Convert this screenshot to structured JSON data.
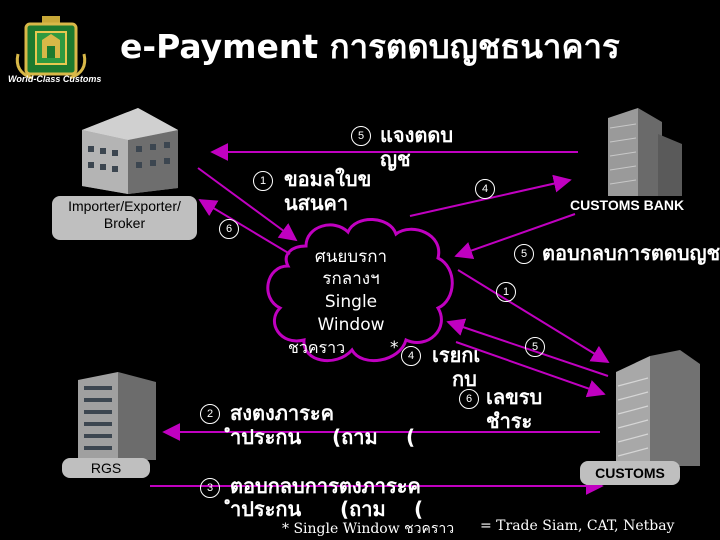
{
  "title": "e-Payment การตดบญชธนาคาร",
  "logo_text": "World-Class Customs",
  "parties": {
    "importer": "Importer/Exporter/ Broker",
    "customs_bank": "CUSTOMS BANK",
    "rgs": "RGS",
    "customs": "CUSTOMS"
  },
  "center": {
    "cloud_line1": "ศนยบรกา",
    "cloud_line2": "รกลางฯ",
    "cloud_line3": "Single",
    "cloud_line4": "Window",
    "cloud_line5": "ชวคราว",
    "cloud_star": "*"
  },
  "steps": {
    "s1_num": "1",
    "s1_label_line1": "ขอมลใบข",
    "s1_label_line2": "นสนคา",
    "s5_top_num": "5",
    "s5_top_line1": "แจงตดบ",
    "s5_top_line2": "ญช",
    "s4_top_num": "4",
    "s6_left_num": "6",
    "s5_right_num": "5",
    "s5_right_label": "ตอบกลบการตดบญช",
    "s1_right_num": "1",
    "s5_low_num": "5",
    "s4_mid_num": "4",
    "s4_mid_line1": "เรยกเ",
    "s4_mid_line2": "กบ",
    "s6_mid_num": "6",
    "s6_mid_line1": "เลขรบ",
    "s6_mid_line2": "ชำระ",
    "s2_num": "2",
    "s2_line1": "สงตงภาระค",
    "s2_line2": "ำประกน",
    "s2_paren": "(ถาม",
    "s2_paren2": "(",
    "s3_num": "3",
    "s3_line1": "ตอบกลบการตงภาระค",
    "s3_line2": "ำประกน",
    "s3_paren": "(ถาม",
    "s3_paren2": "("
  },
  "footnote": {
    "left": "* Single Window ชวคราว",
    "right": "= Trade Siam, CAT, Netbay"
  }
}
